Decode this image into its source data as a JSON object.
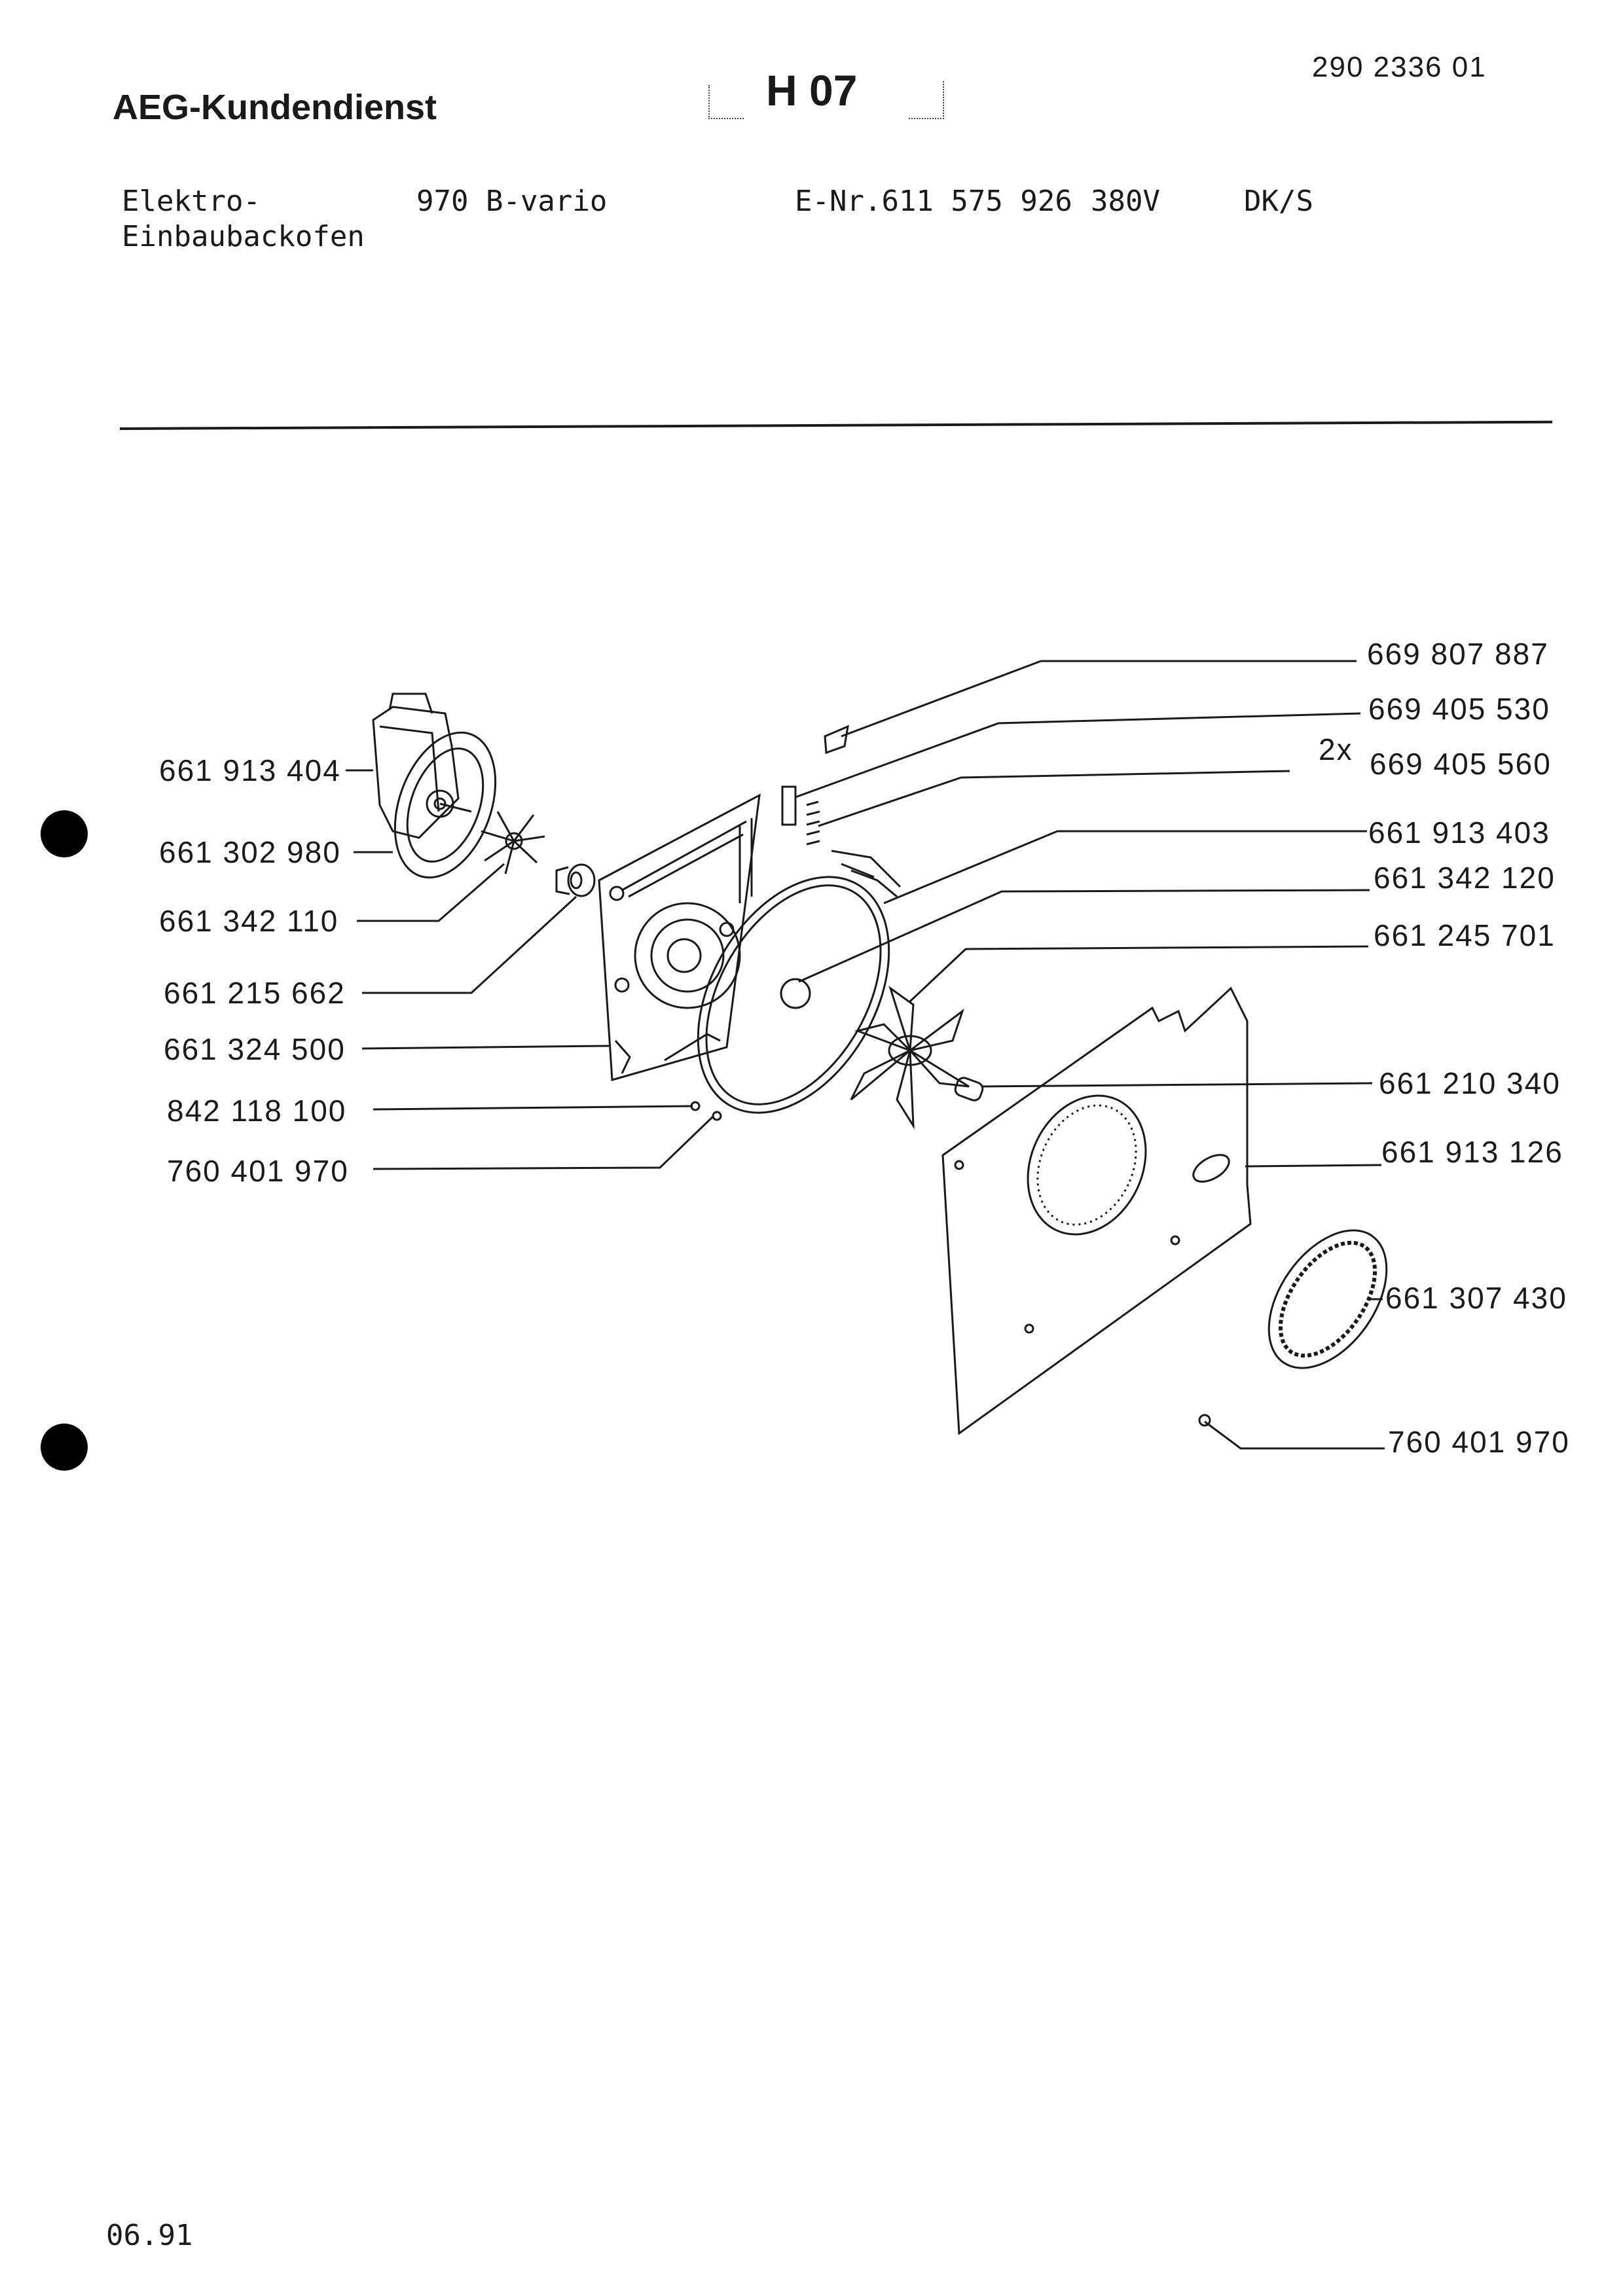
{
  "header": {
    "brand": "AEG-Kundendienst",
    "code": "H 07",
    "doc_number": "290 2336 01"
  },
  "product": {
    "type_line1": "Elektro-",
    "type_line2": "Einbaubackofen",
    "model": "970 B-vario",
    "enr": "E-Nr.611 575 926",
    "voltage": "380V",
    "market": "DK/S"
  },
  "footer": {
    "date": "06.91"
  },
  "parts_left": [
    "661 913 404",
    "661 302 980",
    "661 342 110",
    "661 215 662",
    "661 324 500",
    "842 118 100",
    "760 401 970"
  ],
  "parts_right": [
    "669 807 887",
    "669 405 530",
    "669 405 560",
    "661 913 403",
    "661 342 120",
    "661 245 701",
    "661 210 340",
    "661 913 126",
    "661 307 430",
    "760 401 970"
  ],
  "quantity_note": "2x"
}
